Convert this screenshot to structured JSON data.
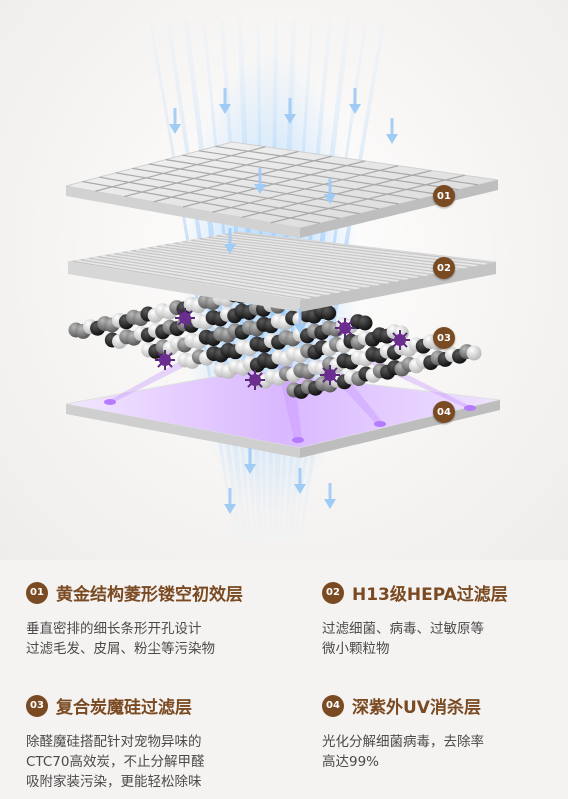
{
  "layers": [
    {
      "num": "01",
      "title": "黄金结构菱形镂空初效层",
      "desc": [
        "垂直密排的细长条形开孔设计",
        "过滤毛发、皮屑、粉尘等污染物"
      ]
    },
    {
      "num": "02",
      "title": "H13级HEPA过滤层",
      "desc": [
        "过滤细菌、病毒、过敏原等",
        "微小颗粒物"
      ]
    },
    {
      "num": "03",
      "title": "复合炭魔硅过滤层",
      "desc": [
        "除醛魔硅搭配针对宠物异味的",
        "CTC70高效炭，不止分解甲醛",
        "吸附家装污染，更能轻松除味"
      ]
    },
    {
      "num": "04",
      "title": "深紫外UV消杀层",
      "desc": [
        "光化分解细菌病毒，去除率",
        "高达99%"
      ]
    }
  ],
  "colors": {
    "accent": "#7a4a22",
    "text": "#4a4a4a",
    "uv": "#b57bff",
    "airflow": "#5aa8f0"
  }
}
